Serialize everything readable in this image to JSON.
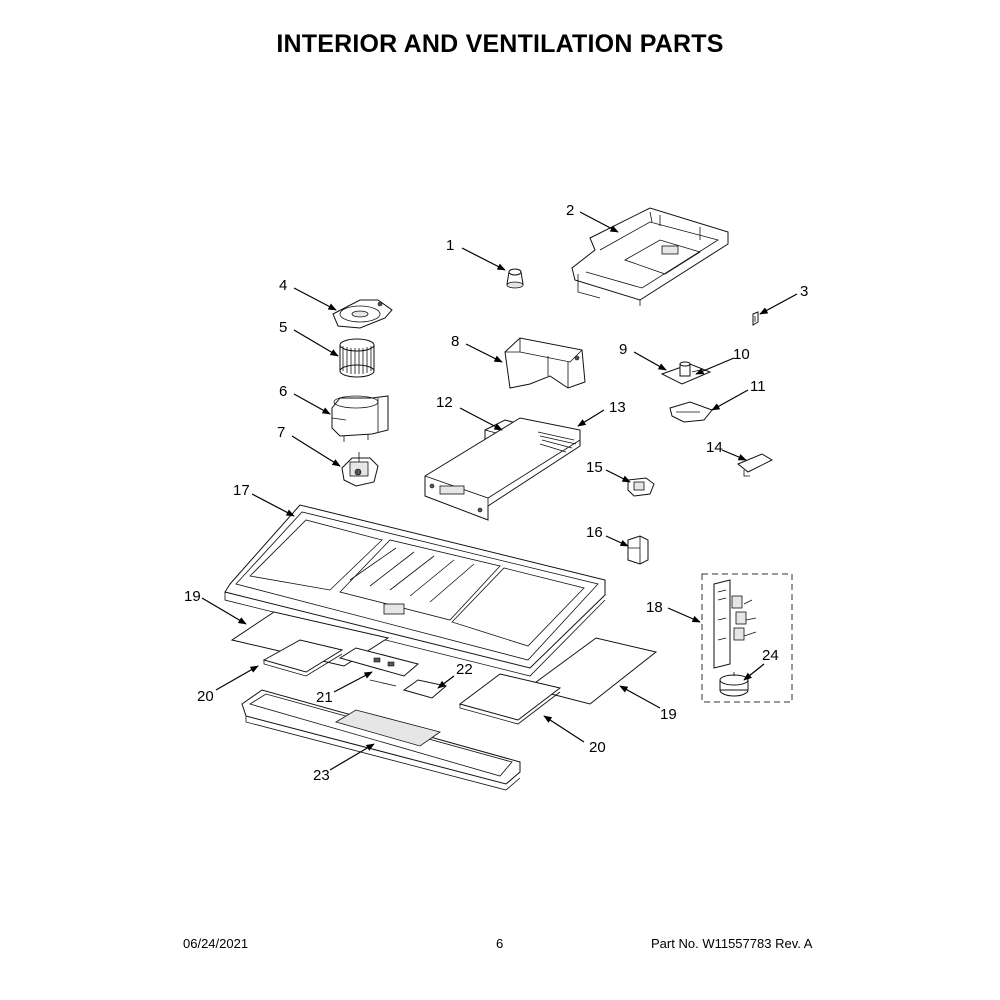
{
  "title": "INTERIOR AND VENTILATION PARTS",
  "callouts": [
    "1",
    "2",
    "3",
    "4",
    "5",
    "6",
    "7",
    "8",
    "9",
    "10",
    "11",
    "12",
    "13",
    "14",
    "15",
    "16",
    "17",
    "18",
    "19",
    "19",
    "20",
    "20",
    "21",
    "22",
    "23",
    "24"
  ],
  "footer": {
    "date": "06/24/2021",
    "page": "6",
    "part_label": "Part No.",
    "part_number": "W11557783",
    "rev_label": "Rev.",
    "rev": "A"
  }
}
